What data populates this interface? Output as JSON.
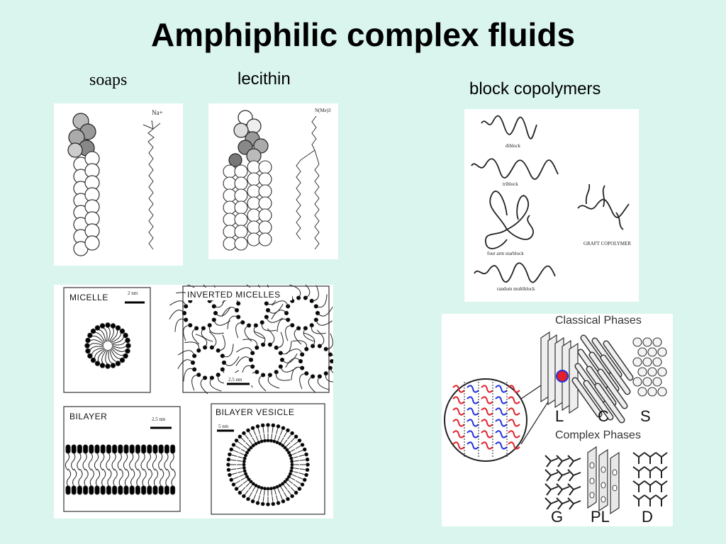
{
  "title": "Amphiphilic complex fluids",
  "labels": {
    "soaps": "soaps",
    "lecithin": "lecithin",
    "block_copolymers": "block copolymers"
  },
  "soap_panel": {
    "ion": "Na+"
  },
  "lecithin_panel": {
    "headgroup": "N(Me)3"
  },
  "copolymer_panel": {
    "diblock": "diblock",
    "triblock": "triblock",
    "starblock": "four arm starblock",
    "graft": "GRAFT COPOLYMER",
    "multiblock": "random multiblock"
  },
  "structures_panel": {
    "micelle": "MICELLE",
    "micelle_scale": "2 nm",
    "inverted": "INVERTED MICELLES",
    "inverted_scale": "2.5 nm",
    "bilayer": "BILAYER",
    "bilayer_scale": "2.5 nm",
    "vesicle": "BILAYER VESICLE",
    "vesicle_scale": "5 nm"
  },
  "phases_panel": {
    "classical": "Classical Phases",
    "complex": "Complex Phases",
    "L": "L",
    "C": "C",
    "S": "S",
    "G": "G",
    "PL": "PL",
    "D": "D"
  },
  "colors": {
    "background": "#d9f5ee",
    "red_block": "#e0202a",
    "blue_block": "#2030e0"
  }
}
